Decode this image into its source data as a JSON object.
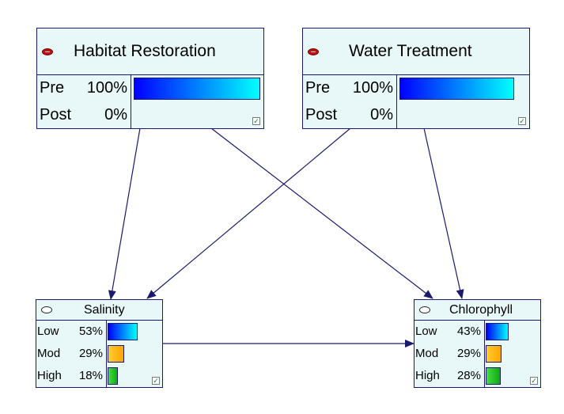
{
  "nodes": {
    "habitat": {
      "title": "Habitat Restoration",
      "icon": "decision-node-icon",
      "states": [
        {
          "label": "Pre",
          "pct": "100%",
          "value": 1.0
        },
        {
          "label": "Post",
          "pct": "0%",
          "value": 0.0
        }
      ]
    },
    "water": {
      "title": "Water Treatment",
      "icon": "decision-node-icon",
      "states": [
        {
          "label": "Pre",
          "pct": "100%",
          "value": 1.0
        },
        {
          "label": "Post",
          "pct": "0%",
          "value": 0.0
        }
      ]
    },
    "salinity": {
      "title": "Salinity",
      "icon": "chance-node-icon",
      "states": [
        {
          "label": "Low",
          "pct": "53%",
          "value": 0.53
        },
        {
          "label": "Mod",
          "pct": "29%",
          "value": 0.29
        },
        {
          "label": "High",
          "pct": "18%",
          "value": 0.18
        }
      ]
    },
    "chlorophyll": {
      "title": "Chlorophyll",
      "icon": "chance-node-icon",
      "states": [
        {
          "label": "Low",
          "pct": "43%",
          "value": 0.43
        },
        {
          "label": "Mod",
          "pct": "29%",
          "value": 0.29
        },
        {
          "label": "High",
          "pct": "28%",
          "value": 0.28
        }
      ]
    }
  },
  "edges": [
    {
      "from": "habitat",
      "to": "salinity"
    },
    {
      "from": "habitat",
      "to": "chlorophyll"
    },
    {
      "from": "water",
      "to": "salinity"
    },
    {
      "from": "water",
      "to": "chlorophyll"
    },
    {
      "from": "salinity",
      "to": "chlorophyll"
    }
  ],
  "colors": {
    "edge": "#1a1a6e",
    "bar_blue_start": "#0000ff",
    "bar_blue_end": "#00ffff",
    "bar_orange": "#ffa500",
    "bar_green": "#22cc22",
    "node_fill": "#e8f8f8"
  }
}
